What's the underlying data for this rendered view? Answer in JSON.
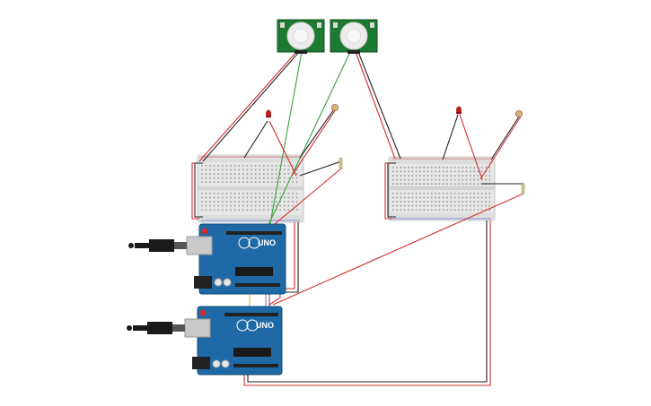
{
  "colors": {
    "background": "#ffffff",
    "wire_red": "#d42a2a",
    "wire_black": "#222222",
    "wire_green": "#3aa23a",
    "wire_yellow": "#d8c21a",
    "wire_purple": "#8a3fb0",
    "wire_gray": "#8a8a8a",
    "breadboard": "#e6e6e6",
    "arduino": "#1f6aa6",
    "pir_pcb": "#1c7a32",
    "pir_dome": "#ececec",
    "usb_plug": "#1a1a1a",
    "led_red": "#b81e1e",
    "photoresistor": "#d9b27a"
  },
  "boards": {
    "uno_top": {
      "label": "UNO"
    },
    "uno_bottom": {
      "label": "UNO"
    }
  },
  "components": {
    "pir_sensors": 2,
    "breadboards": 2,
    "leds": 2,
    "photoresistors": 2,
    "resistors": 2,
    "arduino_boards": 2,
    "usb_cables": 2
  }
}
